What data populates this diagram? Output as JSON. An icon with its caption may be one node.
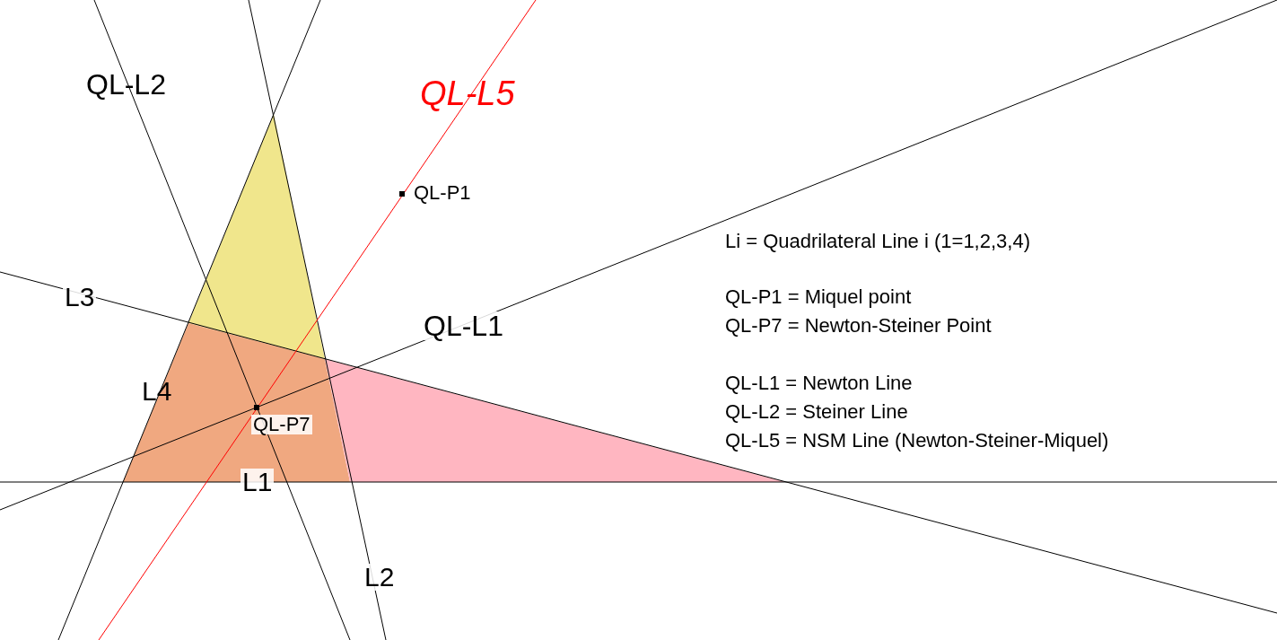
{
  "diagram": {
    "labels": [
      "QL-L2",
      "QL-L5",
      "QL-P1",
      "L3",
      "QL-L1",
      "L4",
      "QL-P7",
      "L1",
      "L2",
      "Li = Quadrilateral Line i (1=1,2,3,4)",
      "QL-P1 = Miquel point",
      "QL-P7 = Newton-Steiner Point",
      "QL-L1 = Newton Line",
      "QL-L2 = Steiner Line",
      "QL-L5 = NSM Line (Newton-Steiner-Miquel)"
    ]
  }
}
